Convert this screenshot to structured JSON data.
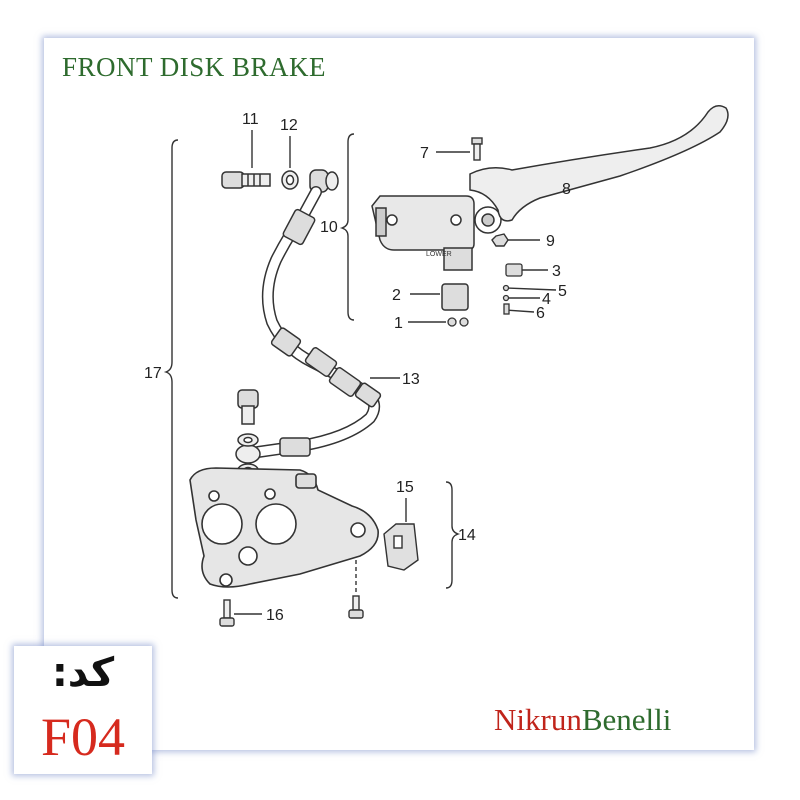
{
  "title": "FRONT DISK BRAKE",
  "callouts": {
    "c1": "1",
    "c2": "2",
    "c3": "3",
    "c4": "4",
    "c5": "5",
    "c6": "6",
    "c7": "7",
    "c8": "8",
    "c9": "9",
    "c10": "10",
    "c11": "11",
    "c12": "12",
    "c13": "13",
    "c14": "14",
    "c15": "15",
    "c16": "16",
    "c17": "17"
  },
  "reservoir_text": "LOWER",
  "brand": {
    "part1": "Nikrun",
    "part2": "Benelli"
  },
  "code": {
    "label": "کد:",
    "value": "F04"
  },
  "colors": {
    "title": "#2e6b2e",
    "brand_red": "#c0241b",
    "code_value": "#d62a1e"
  }
}
